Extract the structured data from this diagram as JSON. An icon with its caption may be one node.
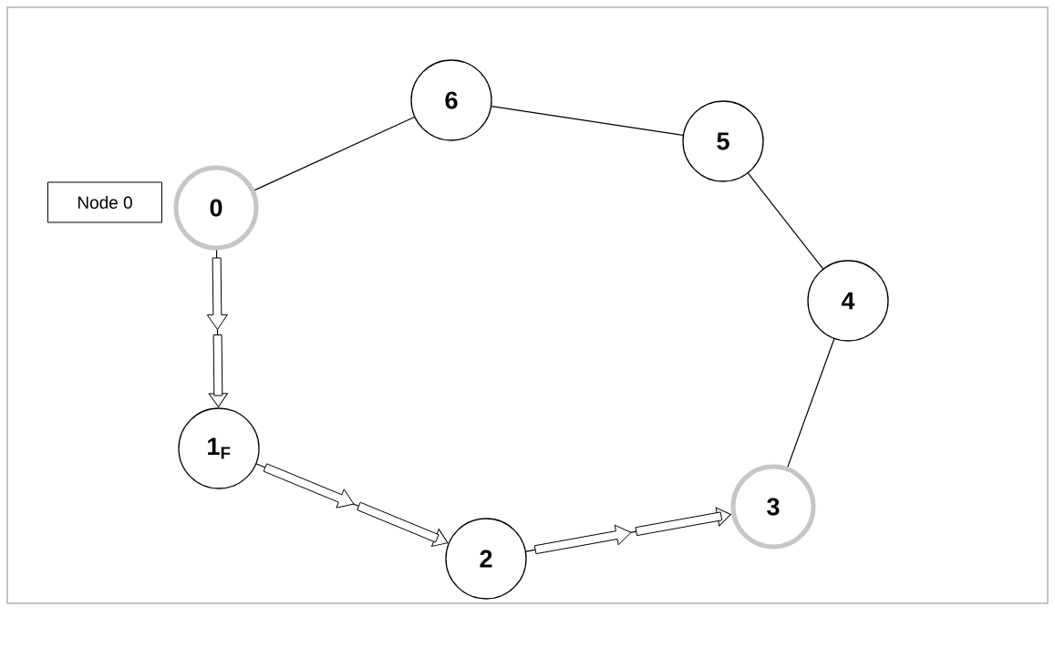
{
  "diagram": {
    "nodes": [
      {
        "text": [
          "Node 0"
        ]
      },
      {
        "text": [
          "0"
        ]
      },
      {
        "text": [
          "6"
        ]
      },
      {
        "text": [
          "5"
        ]
      },
      {
        "text": [
          "4"
        ]
      },
      {
        "text": [
          "1$_{F}$"
        ]
      },
      {
        "text": [
          "2"
        ]
      },
      {
        "text": [
          "3"
        ]
      }
    ],
    "edges": [
      {
        "from": 1,
        "to": 5,
        "arrow": "to"
      },
      {
        "from": 5,
        "to": 6,
        "arrow": "to"
      },
      {
        "from": 6,
        "to": 7,
        "arrow": "to"
      },
      {
        "from": 7,
        "to": 4,
        "arrow": "none"
      },
      {
        "from": 4,
        "to": 3,
        "arrow": "none"
      },
      {
        "from": 3,
        "to": 2,
        "arrow": "none"
      },
      {
        "from": 2,
        "to": 1,
        "arrow": "none"
      }
    ]
  }
}
